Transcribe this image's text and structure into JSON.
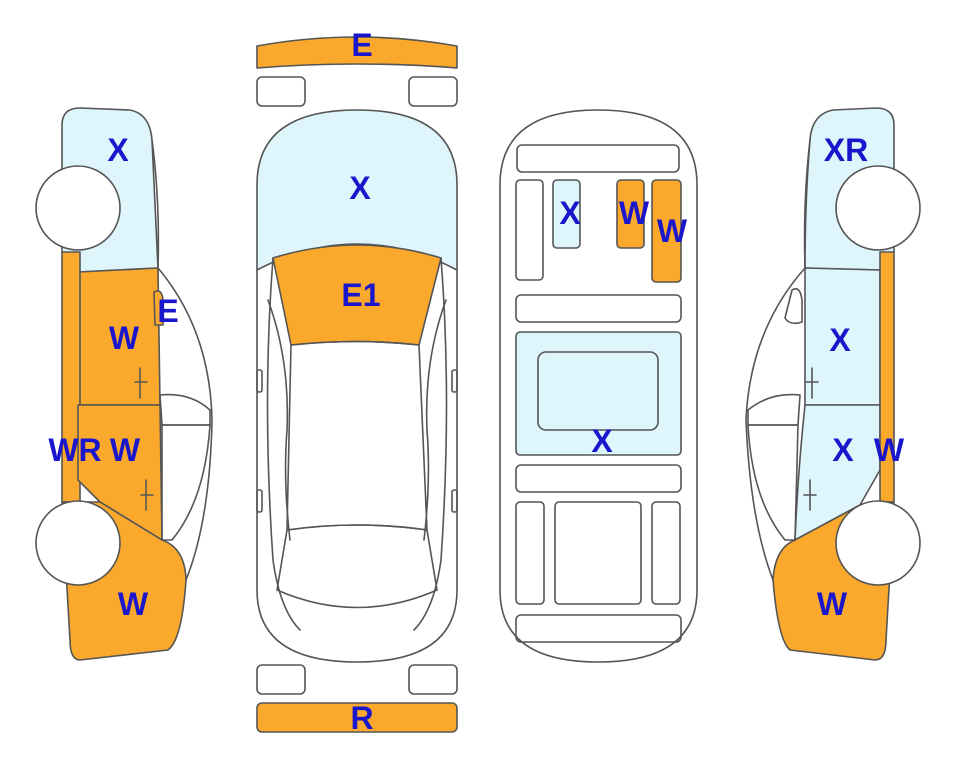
{
  "colors": {
    "orange": "#fba92c",
    "blue": "#ddf5fb",
    "label": "#1a16cc",
    "stroke": "#555555"
  },
  "labels": {
    "front_bumper": "E",
    "rear_bumper": "R",
    "top_hood": "X",
    "top_windshield": "E1",
    "interior_upper_left": "X",
    "interior_upper_mid": "W",
    "interior_upper_right": "W",
    "interior_center": "X",
    "left_front": "X",
    "left_a_pillar": "E",
    "left_front_door": "W",
    "left_sill": "WR",
    "left_rear_door": "W",
    "left_rear": "W",
    "right_front": "XR",
    "right_front_door": "X",
    "right_rear_door": "X",
    "right_sill": "W",
    "right_rear": "W"
  }
}
